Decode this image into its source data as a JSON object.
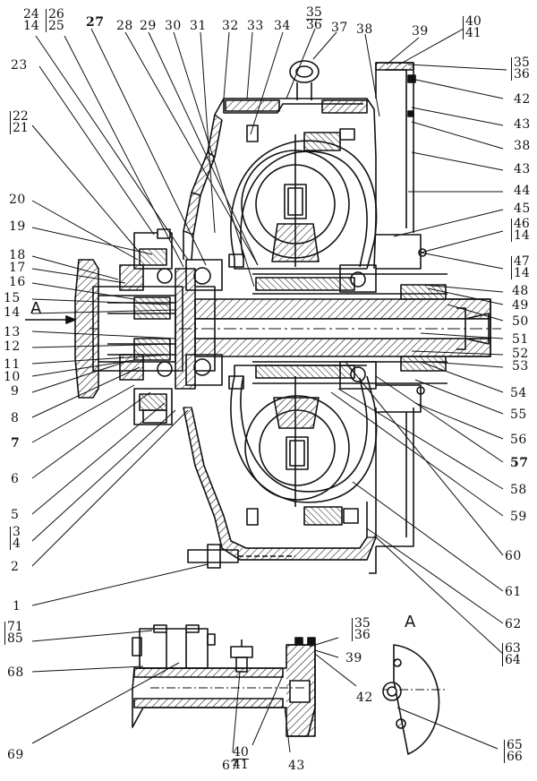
{
  "labels": {
    "l24_14": [
      "24",
      "14"
    ],
    "l26_25": [
      "26",
      "25"
    ],
    "l27": "27",
    "l28": "28",
    "l29": "29",
    "l30": "30",
    "l31": "31",
    "l32": "32",
    "l33": "33",
    "l34": "34",
    "l35_36_top": [
      "35",
      "36"
    ],
    "l37": "37",
    "l38_top": "38",
    "l39_top": "39",
    "l40_41_top": [
      "40",
      "41"
    ],
    "l23": "23",
    "l22_21": [
      "22",
      "21"
    ],
    "l20": "20",
    "l19": "19",
    "l18": "18",
    "l17": "17",
    "l16": "16",
    "l15": "15",
    "l14": "14",
    "l13": "13",
    "l12": "12",
    "l11": "11",
    "l10": "10",
    "l9": "9",
    "l8": "8",
    "l7": "7",
    "l6": "6",
    "l5": "5",
    "l3_4": [
      "3",
      "4"
    ],
    "l2": "2",
    "l1": "1",
    "r35_36": [
      "35",
      "36"
    ],
    "r42": "42",
    "r43a": "43",
    "r38": "38",
    "r43b": "43",
    "r44": "44",
    "r45": "45",
    "r46_14": [
      "46",
      "14"
    ],
    "r47_14": [
      "47",
      "14"
    ],
    "r48": "48",
    "r49": "49",
    "r50": "50",
    "r51": "51",
    "r52": "52",
    "r53": "53",
    "r54": "54",
    "r55": "55",
    "r56": "56",
    "r57": "57",
    "r58": "58",
    "r59": "59",
    "r60": "60",
    "r61": "61",
    "r62": "62",
    "r63_64": [
      "63",
      "64"
    ],
    "b71_85": [
      "71",
      "85"
    ],
    "b68": "68",
    "b69": "69",
    "b67": "67",
    "b40_41": [
      "40",
      "41"
    ],
    "b43": "43",
    "b35_36": [
      "35",
      "36"
    ],
    "b39": "39",
    "b42": "42",
    "b65_66": [
      "65",
      "66"
    ]
  },
  "view_a_arrow": "A",
  "view_a_title": "A"
}
